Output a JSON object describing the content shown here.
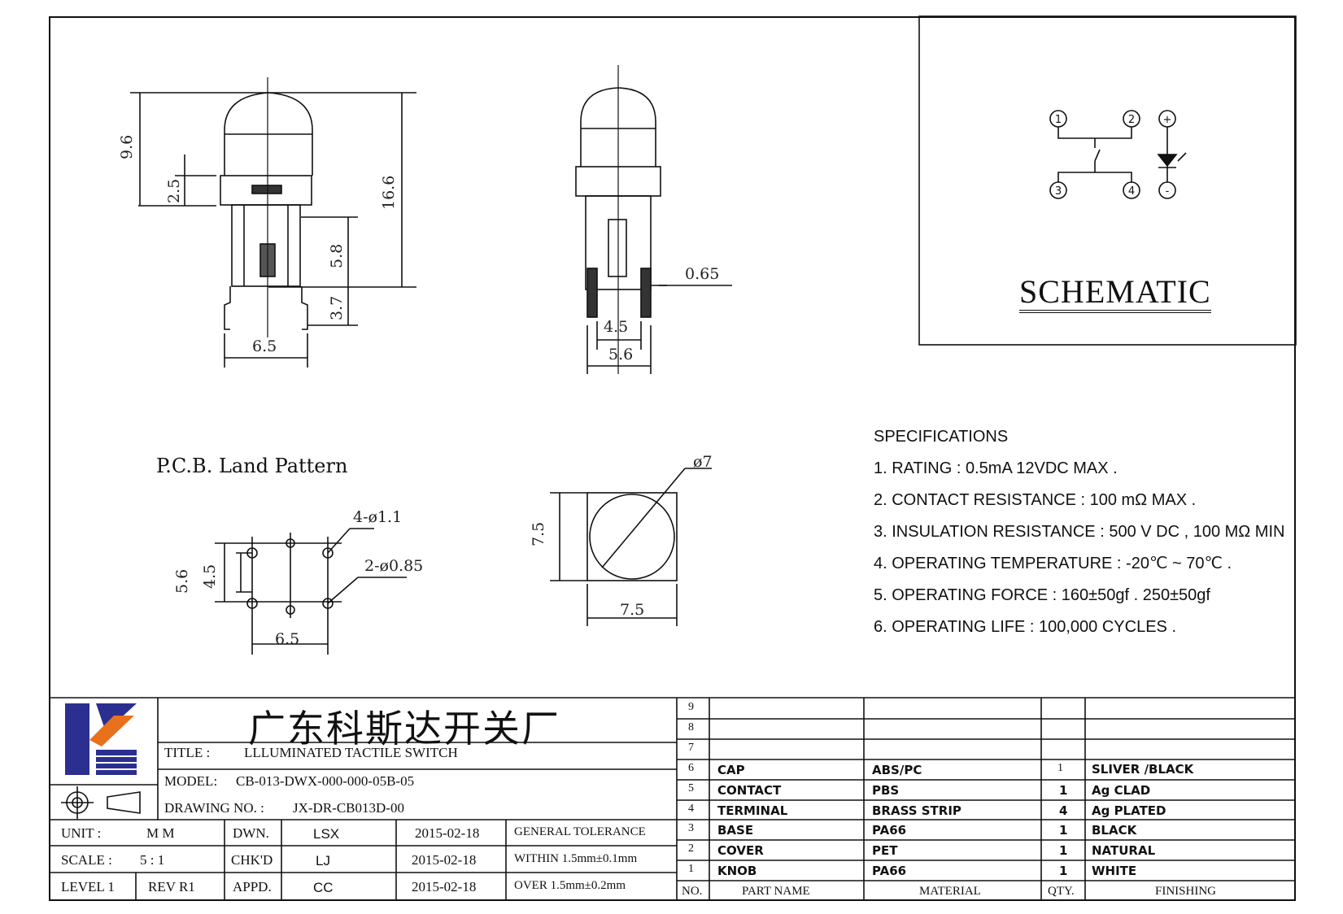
{
  "dims": {
    "d96": "9.6",
    "d25": "2.5",
    "d166": "16.6",
    "d58": "5.8",
    "d37": "3.7",
    "d65a": "6.5",
    "d065": "0.65",
    "d45": "4.5",
    "d56": "5.6",
    "pcb_hole1": "4-ø1.1",
    "pcb_hole2": "2-ø0.85",
    "pcb_56": "5.6",
    "pcb_45": "4.5",
    "pcb_65": "6.5",
    "top_d7": "ø7",
    "top_75v": "7.5",
    "top_75h": "7.5"
  },
  "pcb_title": "P.C.B. Land Pattern",
  "schematic": {
    "title": "SCHEMATIC",
    "pins": [
      "1",
      "2",
      "3",
      "4",
      "+",
      "-"
    ]
  },
  "specs": {
    "heading": "SPECIFICATIONS",
    "items": [
      "1. RATING : 0.5mA 12VDC MAX .",
      "2. CONTACT RESISTANCE : 100 mΩ MAX .",
      "3. INSULATION RESISTANCE : 500 V DC , 100 MΩ MIN",
      "4. OPERATING TEMPERATURE : -20℃ ~ 70℃ .",
      "5. OPERATING FORCE : 160±50gf . 250±50gf",
      "6. OPERATING LIFE : 100,000 CYCLES ."
    ]
  },
  "titleblock": {
    "company": "广东科斯达开关厂",
    "title_label": "TITLE :",
    "title_value": "LLLUMINATED TACTILE SWITCH",
    "model_label": "MODEL:",
    "model_value": "CB-013-DWX-000-000-05B-05",
    "drawing_label": "DRAWING NO. :",
    "drawing_value": "JX-DR-CB013D-00",
    "unit_label": "UNIT  :",
    "unit_value": "M M",
    "scale_label": "SCALE  :",
    "scale_value": "5 : 1",
    "level_label": "LEVEL 1",
    "rev_label": "REV  R1",
    "dwn": "DWN.",
    "chkd": "CHK'D",
    "appd": "APPD.",
    "dwn_name": "LSX",
    "chkd_name": "LJ",
    "appd_name": "CC",
    "dwn_date": "2015-02-18",
    "chkd_date": "2015-02-18",
    "appd_date": "2015-02-18",
    "tol_label": "GENERAL TOLERANCE",
    "tol_within": "WITHIN  1.5mm±0.1mm",
    "tol_over": "OVER   1.5mm±0.2mm"
  },
  "bom": {
    "headers": [
      "NO.",
      "PART  NAME",
      "MATERIAL",
      "QTY.",
      "FINISHING"
    ],
    "rows": [
      {
        "no": "9",
        "part": "",
        "material": "",
        "qty": "",
        "finishing": ""
      },
      {
        "no": "8",
        "part": "",
        "material": "",
        "qty": "",
        "finishing": ""
      },
      {
        "no": "7",
        "part": "",
        "material": "",
        "qty": "",
        "finishing": ""
      },
      {
        "no": "6",
        "part": "CAP",
        "material": "ABS/PC",
        "qty": "1",
        "finishing": "SLIVER /BLACK"
      },
      {
        "no": "5",
        "part": "CONTACT",
        "material": "PBS",
        "qty": "1",
        "finishing": "Ag CLAD"
      },
      {
        "no": "4",
        "part": "TERMINAL",
        "material": "BRASS STRIP",
        "qty": "4",
        "finishing": "Ag PLATED"
      },
      {
        "no": "3",
        "part": "BASE",
        "material": "PA66",
        "qty": "1",
        "finishing": "BLACK"
      },
      {
        "no": "2",
        "part": "COVER",
        "material": "PET",
        "qty": "1",
        "finishing": "NATURAL"
      },
      {
        "no": "1",
        "part": "KNOB",
        "material": "PA66",
        "qty": "1",
        "finishing": "WHITE"
      }
    ]
  },
  "colors": {
    "logo_blue": "#2b2f8f",
    "logo_orange": "#e8711c",
    "line": "#111111"
  }
}
